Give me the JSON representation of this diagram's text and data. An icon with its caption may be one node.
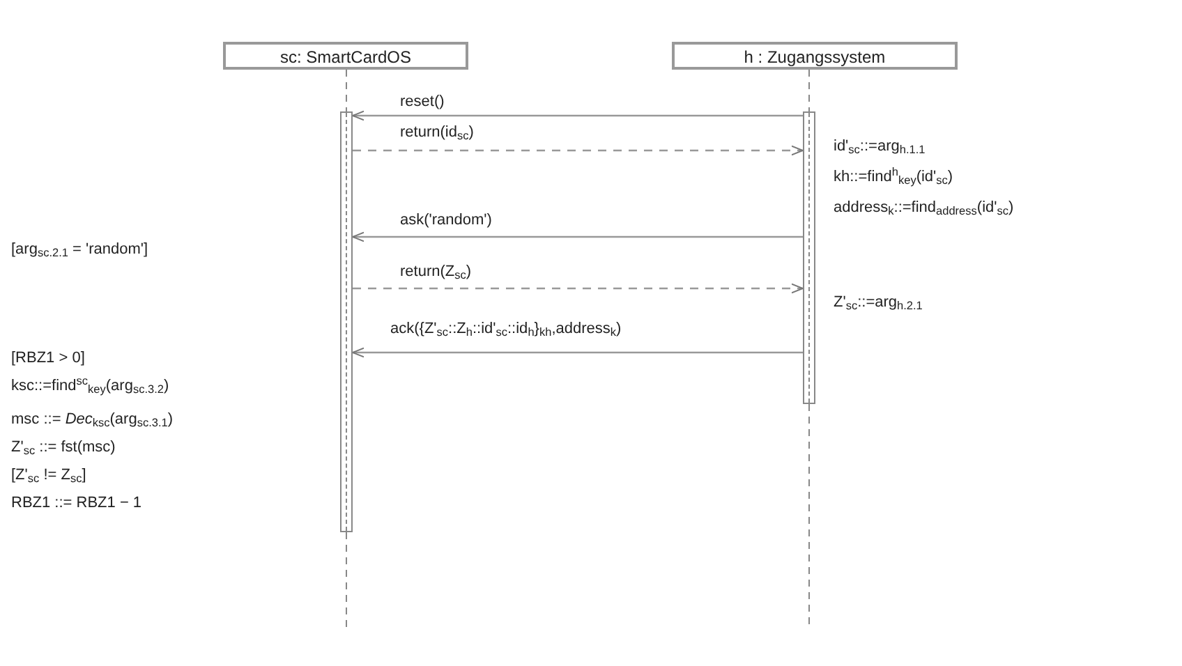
{
  "diagram": {
    "nodes": [
      {
        "text": [
          "sc: SmartCardOS"
        ]
      },
      {
        "text": [
          "h : Zugangssystem"
        ]
      },
      {
        "text": [],
        "shape": "bar"
      },
      {
        "text": [],
        "shape": "bar"
      }
    ],
    "edges": [
      {
        "from": 0,
        "to": 2,
        "arrow": "none",
        "style": "dashed"
      },
      {
        "from": 1,
        "to": 3,
        "arrow": "none",
        "style": "dashed"
      },
      {
        "from": 3,
        "to": 2,
        "arrow": "to",
        "label": "reset()"
      },
      {
        "from": 2,
        "to": 3,
        "arrow": "to",
        "label": "return(id$_{sc}$)",
        "style": "dashed"
      },
      {
        "from": 3,
        "to": 2,
        "arrow": "to",
        "label": "ask('random')"
      },
      {
        "from": 2,
        "to": 3,
        "arrow": "to",
        "label": "return(Z$_{sc}$)",
        "style": "dashed"
      },
      {
        "from": 3,
        "to": 2,
        "arrow": "to",
        "label": "ack({Z'$_{sc}$::Z$_{h}$::id'$_{sc}$::id$_{h}$}$_{kh}$,address$_{k}$)"
      }
    ],
    "labels": [
      "id'$_{sc}$::=arg$_{h.1.1}$",
      "kh::=find$^{h}$$_{key}$(id'$_{sc}$)",
      "address$_{k}$::=find$_{address}$(id'$_{sc}$)",
      "[arg$_{sc.2.1}$ = 'random']",
      "Z'$_{sc}$::=arg$_{h.2.1}$",
      "[RBZ1 > 0]",
      "ksc::=find$^{sc}$$_{key}$(arg$_{sc.3.2}$)",
      "msc ::= *Dec*$_{ksc}$(arg$_{sc.3.1}$)",
      "Z'$_{sc}$ ::= fst(msc)",
      "[Z'$_{sc}$ != Z$_{sc}$]",
      "RBZ1 ::= RBZ1 − 1"
    ]
  }
}
